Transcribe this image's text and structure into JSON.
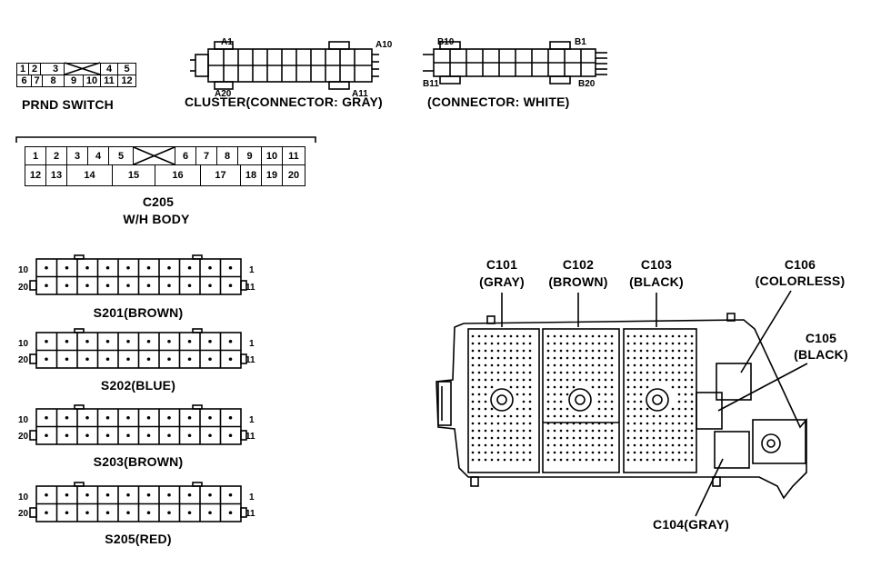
{
  "labels": {
    "prnd_switch": "PRND SWITCH",
    "cluster": "CLUSTER(CONNECTOR: GRAY)",
    "white_connector": "(CONNECTOR: WHITE)",
    "c205": "C205",
    "wh_body": "W/H BODY",
    "s201": "S201(BROWN)",
    "s202": "S202(BLUE)",
    "s203": "S203(BROWN)",
    "s205": "S205(RED)",
    "c101": "C101",
    "c101_color": "(GRAY)",
    "c102": "C102",
    "c102_color": "(BROWN)",
    "c103": "C103",
    "c103_color": "(BLACK)",
    "c106": "C106",
    "c106_color": "(COLORLESS)",
    "c105": "C105",
    "c105_color": "(BLACK)",
    "c104": "C104(GRAY)"
  },
  "prnd": {
    "top": [
      "1",
      "2",
      "3",
      "",
      "4",
      "5"
    ],
    "bottom": [
      "6",
      "7",
      "8",
      "9",
      "10",
      "11",
      "12"
    ]
  },
  "cluster_pins": {
    "a1": "A1",
    "a10": "A10",
    "a20": "A20",
    "a11": "A11"
  },
  "white_pins": {
    "b10": "B10",
    "b1": "B1",
    "b11": "B11",
    "b20": "B20"
  },
  "c205_cells": {
    "top": [
      "1",
      "2",
      "3",
      "4",
      "5",
      "",
      "6",
      "7",
      "8",
      "9",
      "10",
      "11"
    ],
    "bottom": [
      "12",
      "13",
      "14",
      "15",
      "16",
      "17",
      "18",
      "19",
      "20"
    ]
  },
  "splice_pins": {
    "left_top": "10",
    "left_bottom": "20",
    "right_top": "1",
    "right_bottom": "11"
  }
}
